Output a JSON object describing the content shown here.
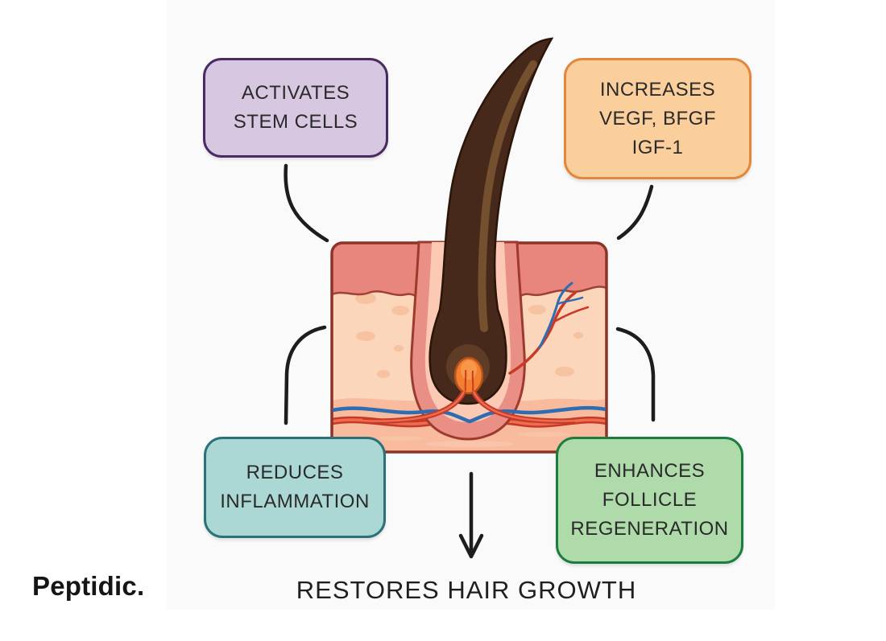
{
  "canvas": {
    "page_bg": "#ffffff",
    "panel_bg": "#fafafa",
    "line_color": "#1d1d1d"
  },
  "brand": {
    "logo_text": "Peptidic."
  },
  "pills": {
    "top_left": {
      "label": "ACTIVATES\nSTEM CELLS",
      "fill": "#d8c7e1",
      "border": "#4a2a63"
    },
    "top_right": {
      "label": "INCREASES\nVEGF, BFGF\nIGF-1",
      "fill": "#fbcf9c",
      "border": "#e2873b"
    },
    "bottom_left": {
      "label": "REDUCES\nINFLAMMATION",
      "fill": "#abd8d5",
      "border": "#2a7179"
    },
    "bottom_right": {
      "label": "ENHANCES\nFOLLICLE\nREGENERATION",
      "fill": "#afdbaa",
      "border": "#1b7d3f"
    }
  },
  "result": {
    "label": "RESTORES HAIR GROWTH"
  },
  "illustration": {
    "name": "hair follicle skin cross-section",
    "colors": {
      "outline": "#8c3428",
      "epidermis": "#e8857d",
      "epidermis_top_strip": "#f4b096",
      "dermis": "#fcd6bb",
      "subcutis": "#f8bb9e",
      "dermis_spot": "#f6c29f",
      "sheath": "#e98f85",
      "inner_sheath": "#fbc9b4",
      "hair_dark": "#46291a",
      "hair_highlight": "#74502f",
      "bulb_inner": "#5e3c25",
      "papilla": "#f28030",
      "vessel_red": "#c43a28",
      "vessel_red_core": "#ef6c4e",
      "vessel_blue": "#2e6db4"
    }
  }
}
